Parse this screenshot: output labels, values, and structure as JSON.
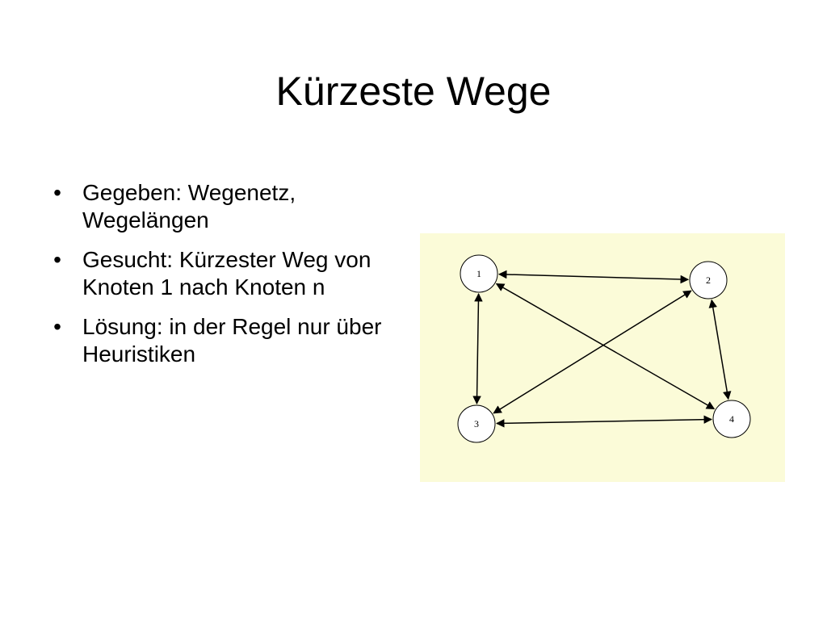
{
  "slide": {
    "title": "Kürzeste Wege"
  },
  "bullets": [
    {
      "marker": "•",
      "text": "Gegeben: Wegenetz, Wegelängen"
    },
    {
      "marker": "•",
      "text": "Gesucht: Kürzester Weg von Knoten 1 nach Knoten n"
    },
    {
      "marker": "•",
      "text": "Lösung: in der Regel nur über Heuristiken"
    }
  ],
  "graph": {
    "background_color": "#fbfbd8",
    "nodes": [
      {
        "id": "1",
        "label": "1"
      },
      {
        "id": "2",
        "label": "2"
      },
      {
        "id": "3",
        "label": "3"
      },
      {
        "id": "4",
        "label": "4"
      }
    ],
    "edges": [
      {
        "from": "1",
        "to": "2",
        "bidirectional": true
      },
      {
        "from": "1",
        "to": "3",
        "bidirectional": true
      },
      {
        "from": "1",
        "to": "4",
        "bidirectional": true
      },
      {
        "from": "2",
        "to": "3",
        "bidirectional": true
      },
      {
        "from": "2",
        "to": "4",
        "bidirectional": true
      },
      {
        "from": "3",
        "to": "4",
        "bidirectional": true
      }
    ]
  }
}
